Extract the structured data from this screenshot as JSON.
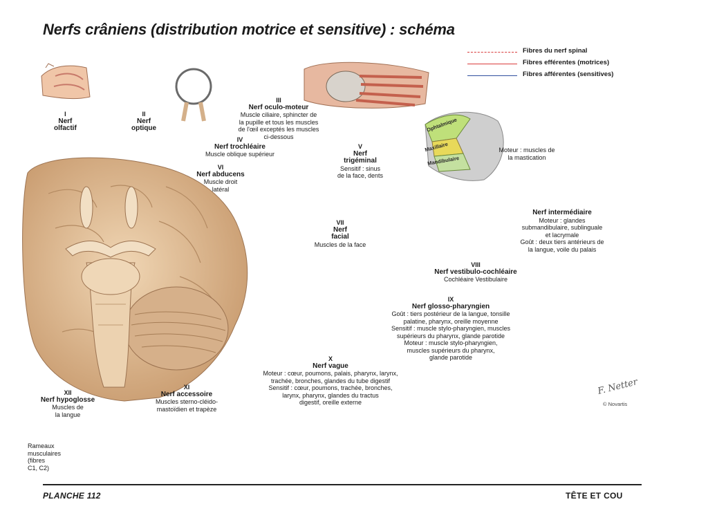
{
  "title": "Nerfs crâniens (distribution motrice et sensitive) : schéma",
  "legend": [
    {
      "label": "Fibres du nerf spinal",
      "color": "#d93a3a",
      "style": "dashed"
    },
    {
      "label": "Fibres efférentes (motrices)",
      "color": "#d93a3a",
      "style": "solid"
    },
    {
      "label": "Fibres afférentes (sensitives)",
      "color": "#2e4e9e",
      "style": "solid"
    }
  ],
  "nerves": {
    "n1": {
      "num": "I",
      "name": "Nerf\nolfactif",
      "desc": ""
    },
    "n2": {
      "num": "II",
      "name": "Nerf\noptique",
      "desc": ""
    },
    "n3": {
      "num": "III",
      "name": "Nerf oculo-moteur",
      "desc": "Muscle ciliaire, sphincter de\nla pupille et tous les muscles\nde l'œil exceptés les muscles\nci-dessous"
    },
    "n4": {
      "num": "IV",
      "name": "Nerf trochléaire",
      "desc": "Muscle oblique supérieur"
    },
    "n5": {
      "num": "V",
      "name": "Nerf\ntrigéminal",
      "desc": "Sensitif : sinus\nde la face, dents"
    },
    "n5m": {
      "desc": "Moteur : muscles de\nla mastication"
    },
    "n6": {
      "num": "VI",
      "name": "Nerf abducens",
      "desc": "Muscle droit\nlatéral"
    },
    "n7": {
      "num": "VII",
      "name": "Nerf\nfacial",
      "desc": "Muscles de la face"
    },
    "ni": {
      "name": "Nerf intermédiaire",
      "desc": "Moteur : glandes\nsubmandibulaire, sublinguale\net lacrymale\nGoût : deux tiers antérieurs de\nla langue, voile du palais"
    },
    "n8": {
      "num": "VIII",
      "name": "Nerf vestibulo-cochléaire",
      "desc": "Cochléaire  Vestibulaire"
    },
    "n9": {
      "num": "IX",
      "name": "Nerf glosso-pharyngien",
      "desc": "Goût : tiers postérieur de la langue, tonsille\npalatine, pharynx, oreille moyenne\nSensitif : muscle stylo-pharyngien, muscles\nsupérieurs du pharynx, glande parotide\nMoteur : muscle stylo-pharyngien,\nmuscles supérieurs du pharynx,\nglande parotide"
    },
    "n10": {
      "num": "X",
      "name": "Nerf vague",
      "desc": "Moteur : cœur, poumons, palais, pharynx, larynx,\ntrachée, bronches, glandes du tube digestif\nSensitif : cœur, poumons, trachée, bronches,\nlarynx, pharynx, glandes du tractus\ndigestif, oreille externe"
    },
    "n11": {
      "num": "XI",
      "name": "Nerf accessoire",
      "desc": "Muscles sterno-cléido-\nmastoïdien et trapèze"
    },
    "n12": {
      "num": "XII",
      "name": "Nerf hypoglosse",
      "desc": "Muscles de\nla langue"
    },
    "rameaux": {
      "desc": "Rameaux\nmusculaires\n(fibres\nC1, C2)"
    }
  },
  "trigeminal_branches": [
    "Ophtalmique",
    "Maxillaire",
    "Mandibulaire"
  ],
  "signature": "F. Netter",
  "copyright": "© Novartis",
  "footer": {
    "left": "PLANCHE 112",
    "right": "TÊTE ET COU"
  },
  "colors": {
    "efferent": "#d93a3a",
    "afferent": "#2e4e9e",
    "tissue": "#e8c9a4",
    "muscle": "#c4604d"
  }
}
